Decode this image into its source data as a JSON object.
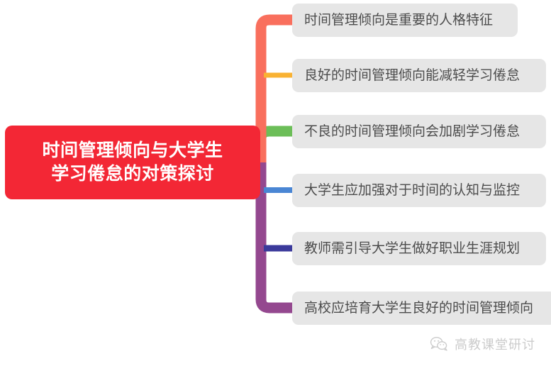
{
  "diagram": {
    "type": "mind-map",
    "orientation": "left-root-right-branches",
    "background_color": "#ffffff"
  },
  "root": {
    "text": "时间管理倾向与大学生\n学习倦怠的对策探讨",
    "line1": "时间管理倾向与大学生",
    "line2": "学习倦怠的对策探讨",
    "background_color": "#f32735",
    "text_color": "#ffffff"
  },
  "branches": [
    {
      "label": "时间管理倾向是重要的人格特征",
      "color": "#f96f5d",
      "node_background": "#e6e6e6",
      "node_text_color": "#4c4c4c"
    },
    {
      "label": "良好的时间管理倾向能减轻学习倦怠",
      "color": "#f9b233",
      "node_background": "#e6e6e6",
      "node_text_color": "#4c4c4c"
    },
    {
      "label": "不良的时间管理倾向会加剧学习倦怠",
      "color": "#6cbe58",
      "node_background": "#e6e6e6",
      "node_text_color": "#4c4c4c"
    },
    {
      "label": "大学生应加强对于时间的认知与监控",
      "color": "#4a86d4",
      "node_background": "#e6e6e6",
      "node_text_color": "#4c4c4c"
    },
    {
      "label": "教师需引导大学生做好职业生涯规划",
      "color": "#3b3a9b",
      "node_background": "#e6e6e6",
      "node_text_color": "#4c4c4c"
    },
    {
      "label": "高校应培育大学生良好的时间管理倾向",
      "color": "#94488f",
      "node_background": "#e6e6e6",
      "node_text_color": "#4c4c4c"
    }
  ],
  "watermark": {
    "text": "高教课堂研讨",
    "icon": "wechat-icon",
    "color": "#555555"
  }
}
